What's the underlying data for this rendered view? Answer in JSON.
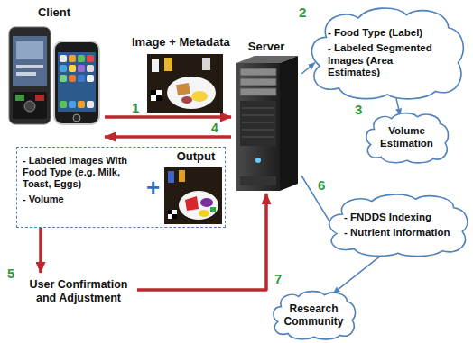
{
  "diagram": {
    "nodes": [
      {
        "text": [
          "Client"
        ]
      },
      {
        "text": [
          "Server"
        ]
      },
      {
        "text": [
          "- Food Type (Label)",
          "- Labeled Segmented Images (Area Estimates)"
        ]
      },
      {
        "text": [
          "Volume Estimation"
        ]
      },
      {
        "text": [
          "- Labeled Images With Food Type (e.g. Milk, Toast, Eggs)",
          "- Volume",
          "Output"
        ]
      },
      {
        "text": [
          "- FNDDS Indexing",
          "- Nutrient Information"
        ]
      },
      {
        "text": [
          "User Confirmation and Adjustment"
        ]
      },
      {
        "text": [
          "Research Community"
        ]
      }
    ],
    "edges": [
      {
        "from": 0,
        "to": 1,
        "arrow": "to"
      },
      {
        "from": 1,
        "to": 0,
        "arrow": "to"
      },
      {
        "from": 1,
        "to": 2,
        "arrow": "to"
      },
      {
        "from": 2,
        "to": 3,
        "arrow": "to"
      },
      {
        "from": 1,
        "to": 5,
        "arrow": "to"
      },
      {
        "from": 5,
        "to": 7,
        "arrow": "to"
      },
      {
        "from": 4,
        "to": 6,
        "arrow": "to"
      },
      {
        "from": 6,
        "to": 1,
        "arrow": "to"
      }
    ],
    "labels": [
      "Image + Metadata",
      "1",
      "2",
      "3",
      "4",
      "5",
      "6",
      "7",
      "+"
    ]
  }
}
